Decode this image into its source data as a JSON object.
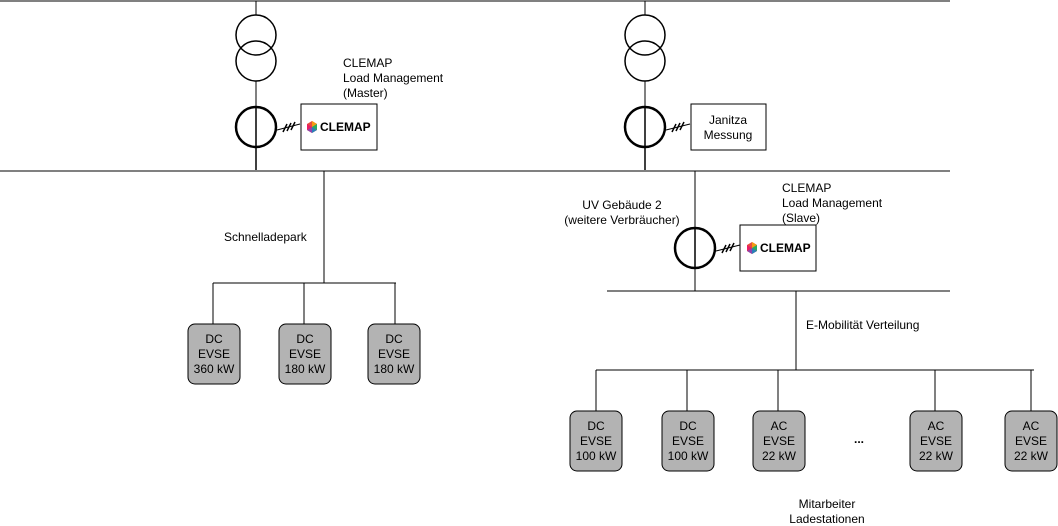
{
  "labels": {
    "master": [
      "CLEMAP",
      "Load Management",
      "(Master)"
    ],
    "janitza": [
      "Janitza",
      "Messung"
    ],
    "uv": [
      "UV Gebäude 2",
      "(weitere Verbräucher)"
    ],
    "slave": [
      "CLEMAP",
      "Load Management",
      "(Slave)"
    ],
    "schnellladepark": "Schnelladepark",
    "emob": "E-Mobilität Verteilung",
    "mitarbeiter": [
      "Mitarbeiter",
      "Ladestationen"
    ],
    "ellipsis": "..."
  },
  "logo": {
    "text": "CLEMAP",
    "colors": [
      "#e74c3c",
      "#f39c12",
      "#27ae60",
      "#2980b9",
      "#8e44ad",
      "#e91e63"
    ]
  },
  "evse_fast": [
    [
      "DC",
      "EVSE",
      "360 kW"
    ],
    [
      "DC",
      "EVSE",
      "180 kW"
    ],
    [
      "DC",
      "EVSE",
      "180 kW"
    ]
  ],
  "evse_staff": [
    [
      "DC",
      "EVSE",
      "100 kW"
    ],
    [
      "DC",
      "EVSE",
      "100 kW"
    ],
    [
      "AC",
      "EVSE",
      "22 kW"
    ],
    [
      "AC",
      "EVSE",
      "22 kW"
    ],
    [
      "AC",
      "EVSE",
      "22 kW"
    ]
  ],
  "colors": {
    "evse_fill": "#b3b3b3",
    "line": "#000000"
  }
}
